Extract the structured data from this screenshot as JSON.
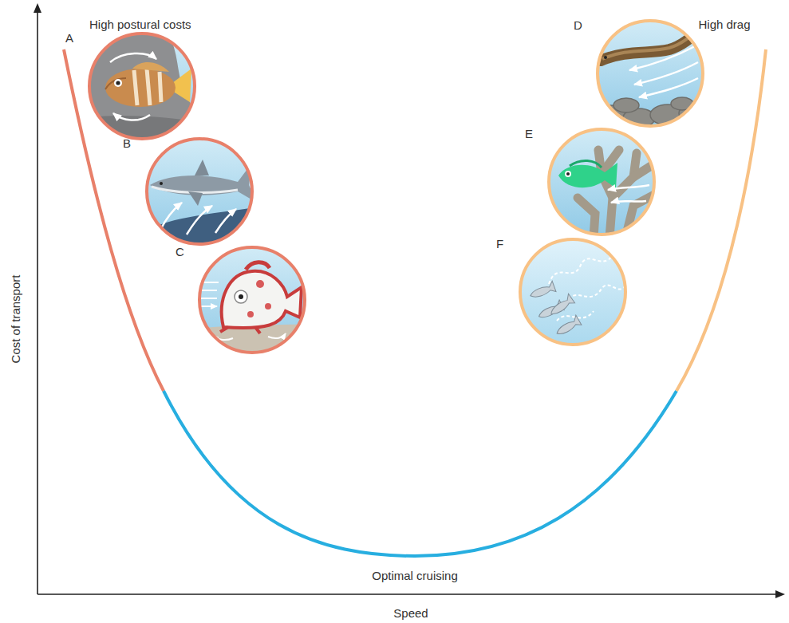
{
  "diagram": {
    "nodes": [
      {
        "text": [
          "A"
        ]
      },
      {
        "text": [
          "B"
        ]
      },
      {
        "text": [
          "C"
        ]
      },
      {
        "text": [
          "D"
        ]
      },
      {
        "text": [
          "E"
        ]
      },
      {
        "text": [
          "F"
        ]
      }
    ],
    "labels": [
      "High postural costs",
      "High drag",
      "Cost of transport",
      "Optimal cruising",
      "Speed"
    ]
  }
}
